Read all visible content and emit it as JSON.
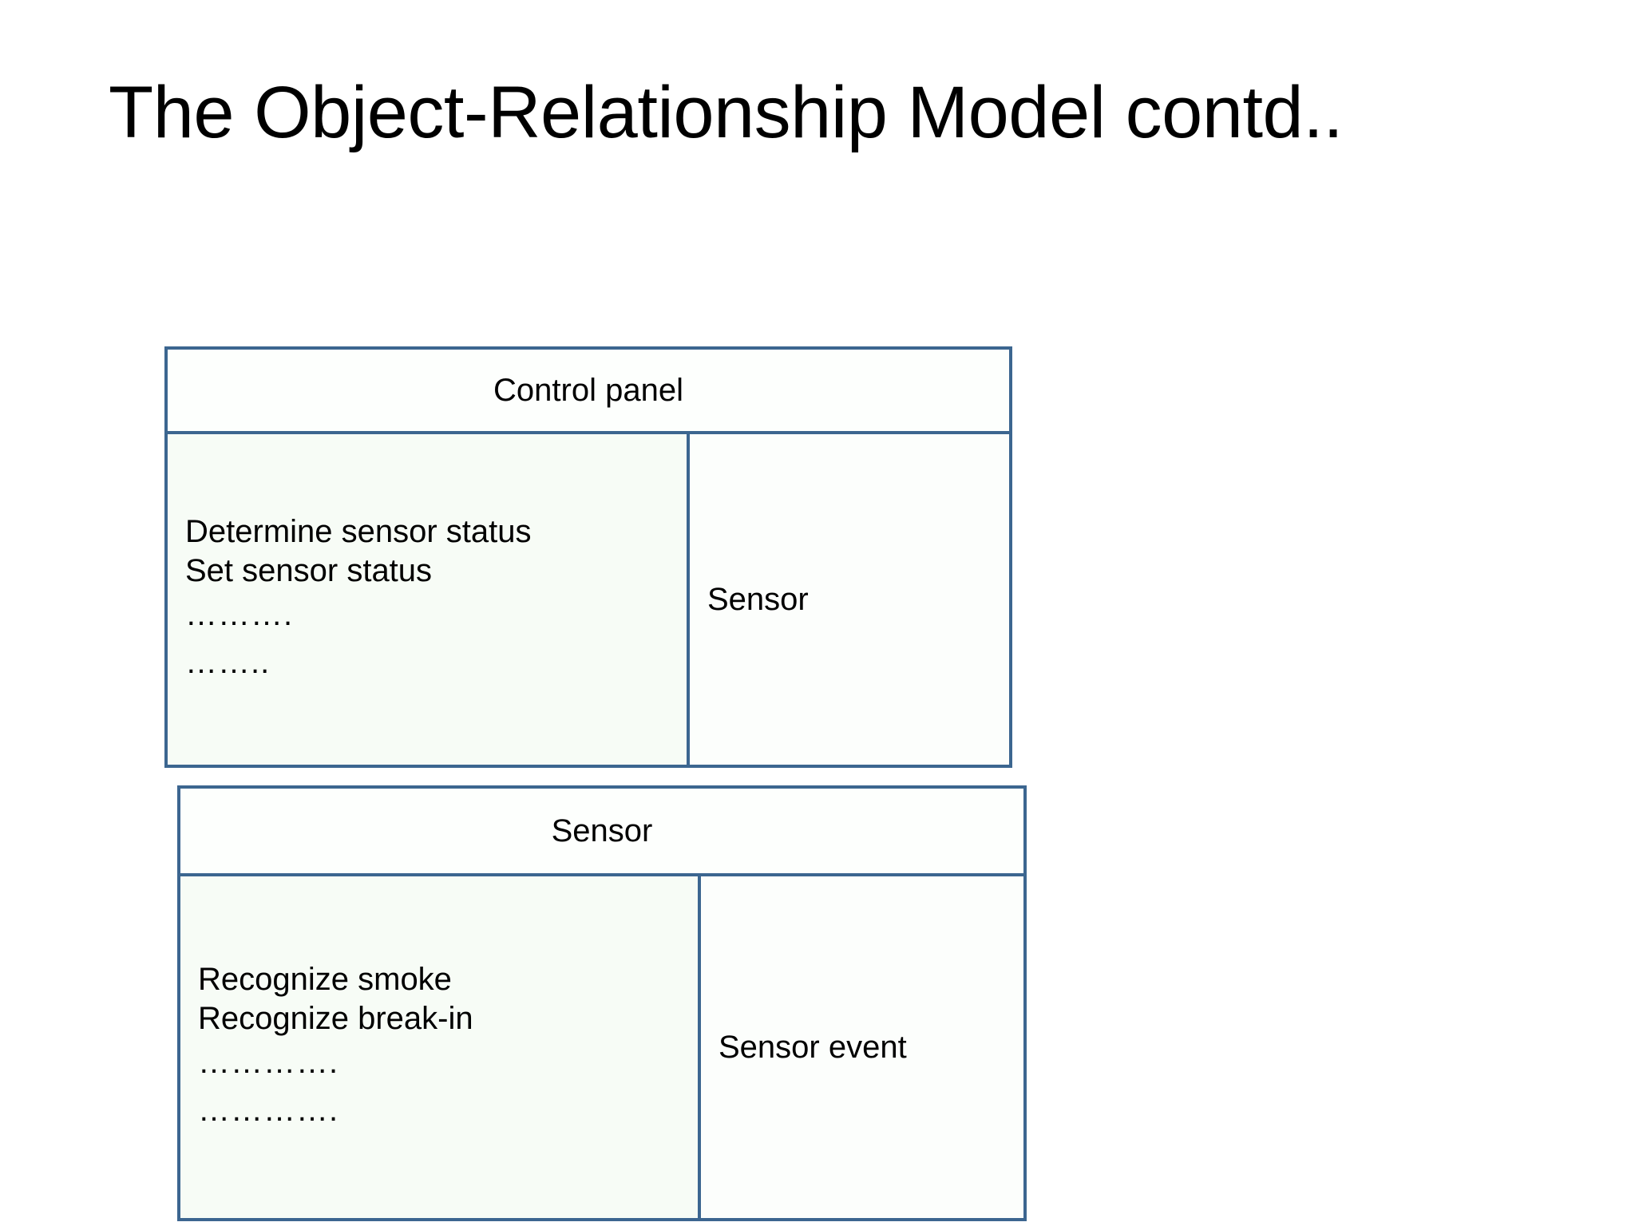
{
  "slide": {
    "title": "The Object-Relationship Model contd..",
    "background_color": "#FFFFFF",
    "border_color": "#3C6690",
    "text_color": "#000000"
  },
  "diagram": {
    "type": "object-relationship-model",
    "tables": [
      {
        "id": "control-panel",
        "header": "Control panel",
        "left_cell": {
          "operations": [
            "Determine sensor status",
            "Set sensor status"
          ],
          "continuation_lines": [
            "……….",
            "…….."
          ]
        },
        "right_cell": {
          "association": "Sensor"
        }
      },
      {
        "id": "sensor",
        "header": "Sensor",
        "left_cell": {
          "operations": [
            "Recognize smoke",
            "Recognize break-in"
          ],
          "continuation_lines": [
            "………….",
            "…………."
          ]
        },
        "right_cell": {
          "association": "Sensor event"
        }
      }
    ]
  }
}
